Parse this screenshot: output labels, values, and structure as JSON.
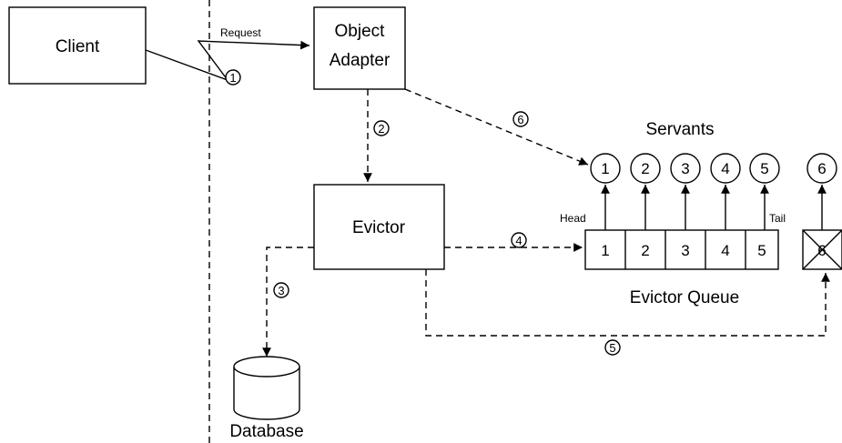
{
  "boxes": {
    "client": "Client",
    "adapter_line1": "Object",
    "adapter_line2": "Adapter",
    "evictor": "Evictor",
    "database": "Database"
  },
  "labels": {
    "request": "Request",
    "servants": "Servants",
    "evictor_queue": "Evictor Queue",
    "head": "Head",
    "tail": "Tail"
  },
  "steps": [
    "1",
    "2",
    "3",
    "4",
    "5",
    "6"
  ],
  "servants": [
    "1",
    "2",
    "3",
    "4",
    "5",
    "6"
  ],
  "queue_cells": [
    "1",
    "2",
    "3",
    "4",
    "5",
    "6"
  ]
}
